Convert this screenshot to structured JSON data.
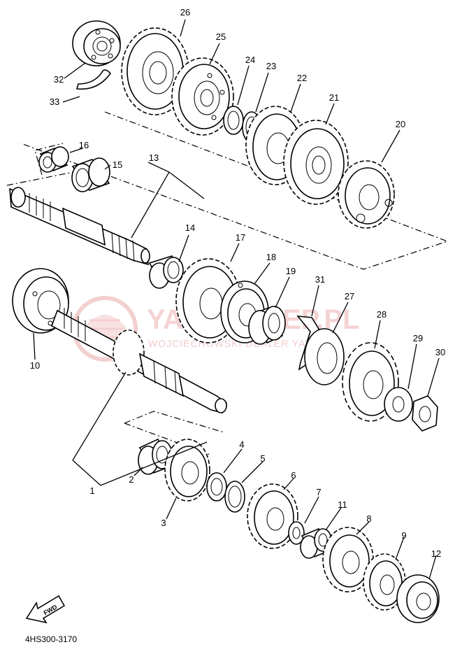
{
  "callouts": [
    "1",
    "2",
    "3",
    "4",
    "5",
    "6",
    "7",
    "8",
    "9",
    "10",
    "11",
    "12",
    "13",
    "14",
    "15",
    "16",
    "17",
    "18",
    "19",
    "20",
    "21",
    "22",
    "23",
    "24",
    "25",
    "26",
    "27",
    "28",
    "29",
    "30",
    "31",
    "32",
    "33"
  ],
  "watermark": {
    "main": "YAMASKLEP.PL",
    "sub": "WOJCIECHOWSKI DEALER YAMAHA"
  },
  "direction_arrow": "FWD",
  "diagram_code": "4HS300-3170",
  "colors": {
    "ink": "#000000",
    "watermark": "#e8a0a0",
    "background": "#ffffff"
  }
}
